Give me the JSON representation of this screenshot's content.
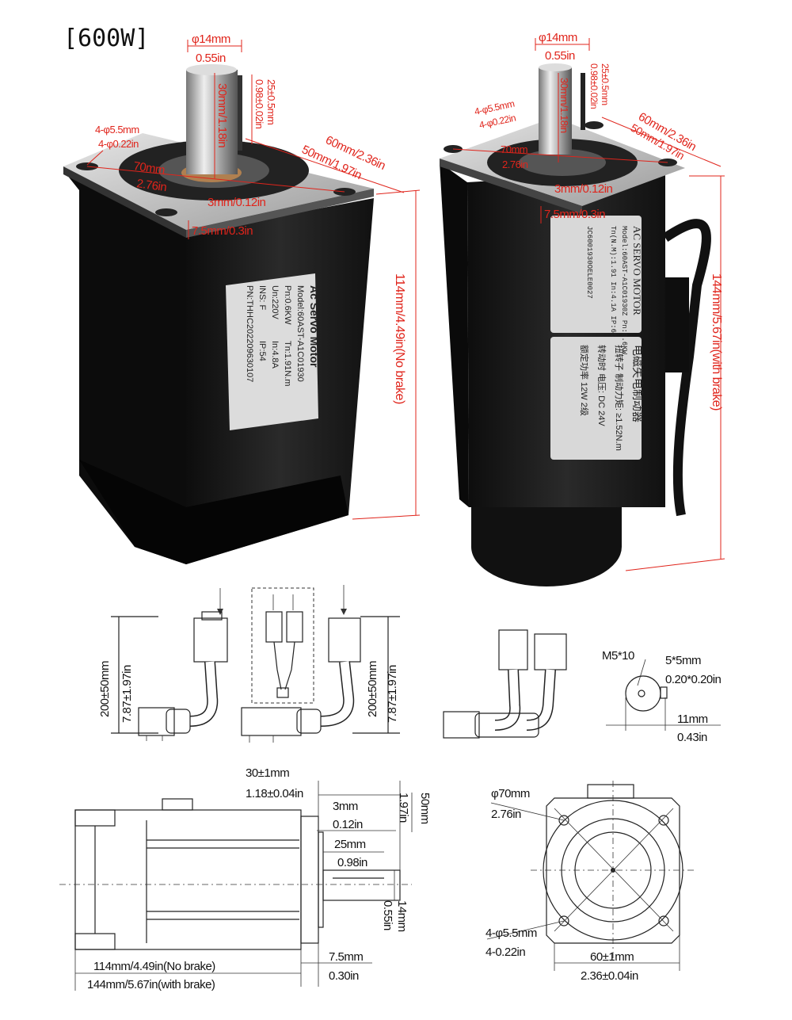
{
  "title": "[600W]",
  "motor_no_brake": {
    "shaft_diameter_mm": "φ14mm",
    "shaft_diameter_in": "0.55in",
    "key_length_mm": "25±0.5mm",
    "key_length_in": "0.98±0.02in",
    "shaft_length": "30mm/1.18in",
    "holes_mm": "4-φ5.5mm",
    "holes_in": "4-φ0.22in",
    "pcd_mm": "70mm",
    "pcd_in": "2.76in",
    "flange_size": "60mm/2.36in",
    "spigot_size": "50mm/1.97in",
    "spigot_height": "3mm/0.12in",
    "flange_thickness": "7.5mm/0.3in",
    "body_length": "114mm/4.49in(No brake)",
    "nameplate": {
      "heading": "Ac Servo Motor",
      "model": "Model:60AST-A1C01930",
      "power": "Pn:0.6KW",
      "torque": "Tn:1.91N.m",
      "voltage": "Un:220V",
      "current": "In:4.8A",
      "insulation": "INS: F",
      "protection": "IP:54",
      "part_number": "PN:THHC202209630107"
    }
  },
  "motor_with_brake": {
    "shaft_diameter_mm": "φ14mm",
    "shaft_diameter_in": "0.55in",
    "key_length_mm": "25±0.5mm",
    "key_length_in": "0.98±0.02in",
    "shaft_length": "30mm/1.18in",
    "holes_mm": "4-φ5.5mm",
    "holes_in": "4-φ0.22in",
    "pcd_mm": "70mm",
    "pcd_in": "2.76in",
    "flange_size": "60mm/2.36in",
    "spigot_size": "50mm/1.97in",
    "spigot_height": "3mm/0.12in",
    "flange_thickness": "7.5mm/0.3in",
    "body_length": "144mm/5.67in(with brake)",
    "nameplate": {
      "heading": "AC  SERVO  MOTOR",
      "model": "Model:60AST-A1C01930Z Pn:0.6KW",
      "ratings": "Tn(N.M):1.91 In:4.1A IP:65",
      "serial": "JC6001930OELE0027",
      "brake_heading": "电磁失电制动器",
      "brake_line1": "扭转子 制动力矩: ≥1.52N.m",
      "brake_line2": "转动时 电压: DC 24V",
      "brake_line3": "额定功率 12W 2级"
    }
  },
  "cables": {
    "length_mm_left": "200±50mm",
    "length_in_left": "7.87±1.97in",
    "length_mm_right": "200±50mm",
    "length_in_right": "7.87±1.97in"
  },
  "shaft_detail": {
    "thread": "M5*10",
    "key_mm": "5*5mm",
    "key_in": "0.20*0.20in",
    "depth_mm": "11mm",
    "depth_in": "0.43in"
  },
  "side_view": {
    "shaft_total_mm": "30±1mm",
    "shaft_total_in": "1.18±0.04in",
    "spigot_mm": "3mm",
    "spigot_in": "0.12in",
    "key_mm": "25mm",
    "key_in": "0.98in",
    "spigot_dia_mm": "50mm",
    "spigot_dia_in": "1.97in",
    "shaft_dia_mm": "14mm",
    "shaft_dia_in": "0.55in",
    "flange_mm": "7.5mm",
    "flange_in": "0.30in",
    "length_no_brake": "114mm/4.49in(No brake)",
    "length_with_brake": "144mm/5.67in(with brake)"
  },
  "front_view": {
    "pcd_mm": "φ70mm",
    "pcd_in": "2.76in",
    "holes_mm": "4-φ5.5mm",
    "holes_in": "4-0.22in",
    "flange_mm": "60±1mm",
    "flange_in": "2.36±0.04in"
  },
  "colors": {
    "dimension": "#e0241b",
    "motor_body": "#1a1a1a",
    "flange": "#c8c8c8"
  }
}
